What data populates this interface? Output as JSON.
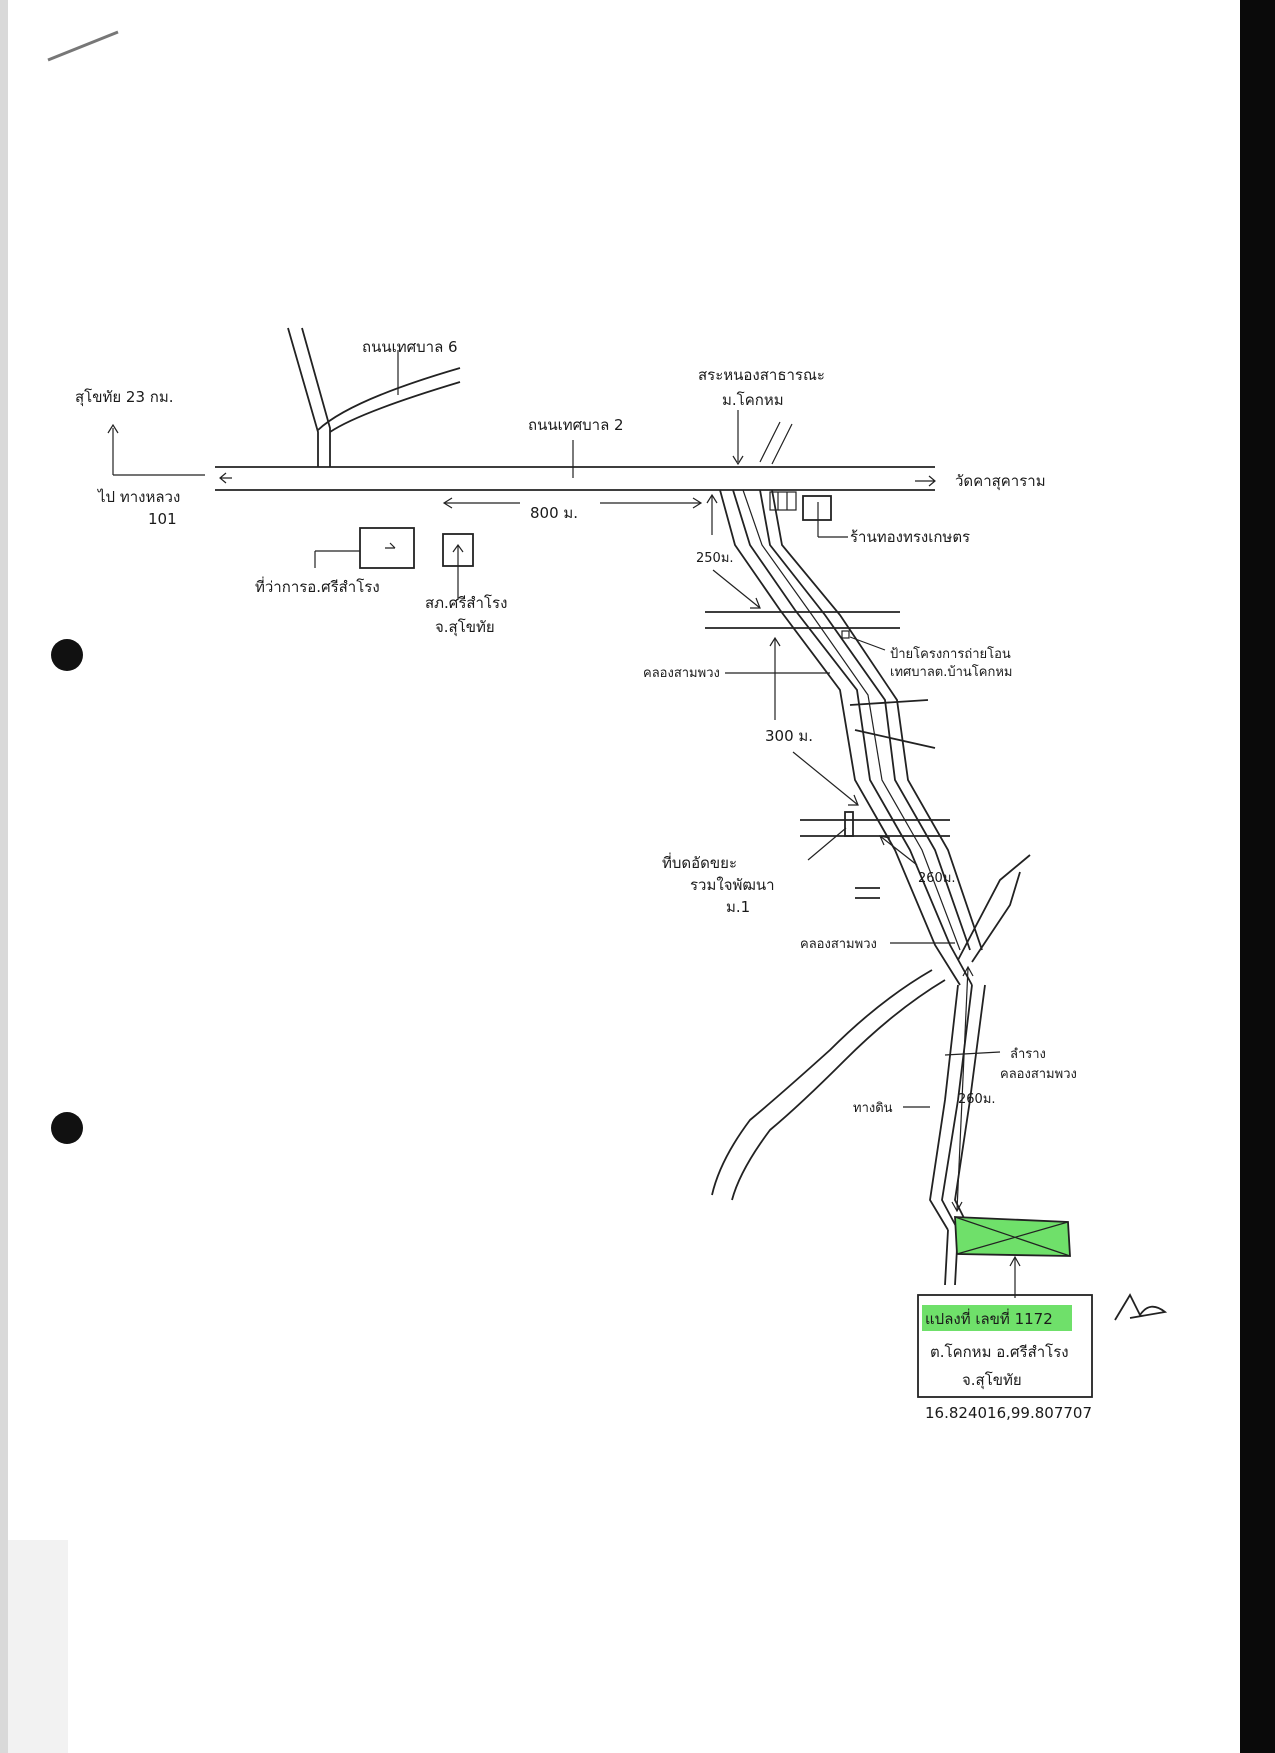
{
  "labels": {
    "to_sukhothai": "สุโขทัย 23 กม.",
    "to_highway": "ไป ทางหลวง",
    "highway_no": "101",
    "road_6": "ถนนเทศบาล 6",
    "road_2": "ถนนเทศบาล 2",
    "temple": "วัดคาสุคาราม",
    "pond_top": "สระหนองสาธารณะ",
    "pond_bottom": "ม.โคกหม",
    "dist_800": "800 ม.",
    "dist_250": "250ม.",
    "dist_300": "300 ม.",
    "dist_260_top": "260ม.",
    "dist_260": "260ม.",
    "shop": "ร้านทองทรงเกษตร",
    "district_office": "ที่ว่าการอ.ศรีสำโรง",
    "police_1": "สภ.ศรีสำโรง",
    "police_2": "จ.สุโขทัย",
    "canal_1": "คลองสามพวง",
    "canal_2": "คลองสามพวง",
    "canal_3_a": "ลำราง",
    "canal_3_b": "คลองสามพวง",
    "village_1": "ป้ายโครงการถ่ายโอน",
    "village_2": "เทศบาลต.บ้านโคกหม",
    "bridge_1": "ที่บดอัดขยะ",
    "bridge_2": "รวมใจพัฒนา",
    "bridge_3": "ม.1",
    "road_dirt": "ทางดิน",
    "parcel_title": "แปลงที่ เลขที่ 1172",
    "parcel_line2": "ต.โคกหม อ.ศรีสำโรง",
    "parcel_line3": "จ.สุโขทัย",
    "coords": "16.824016,99.807707"
  },
  "colors": {
    "ink": "#222222",
    "highlight": "#6fe06a",
    "paper": "#ffffff",
    "edge": "#0a0a0a"
  }
}
